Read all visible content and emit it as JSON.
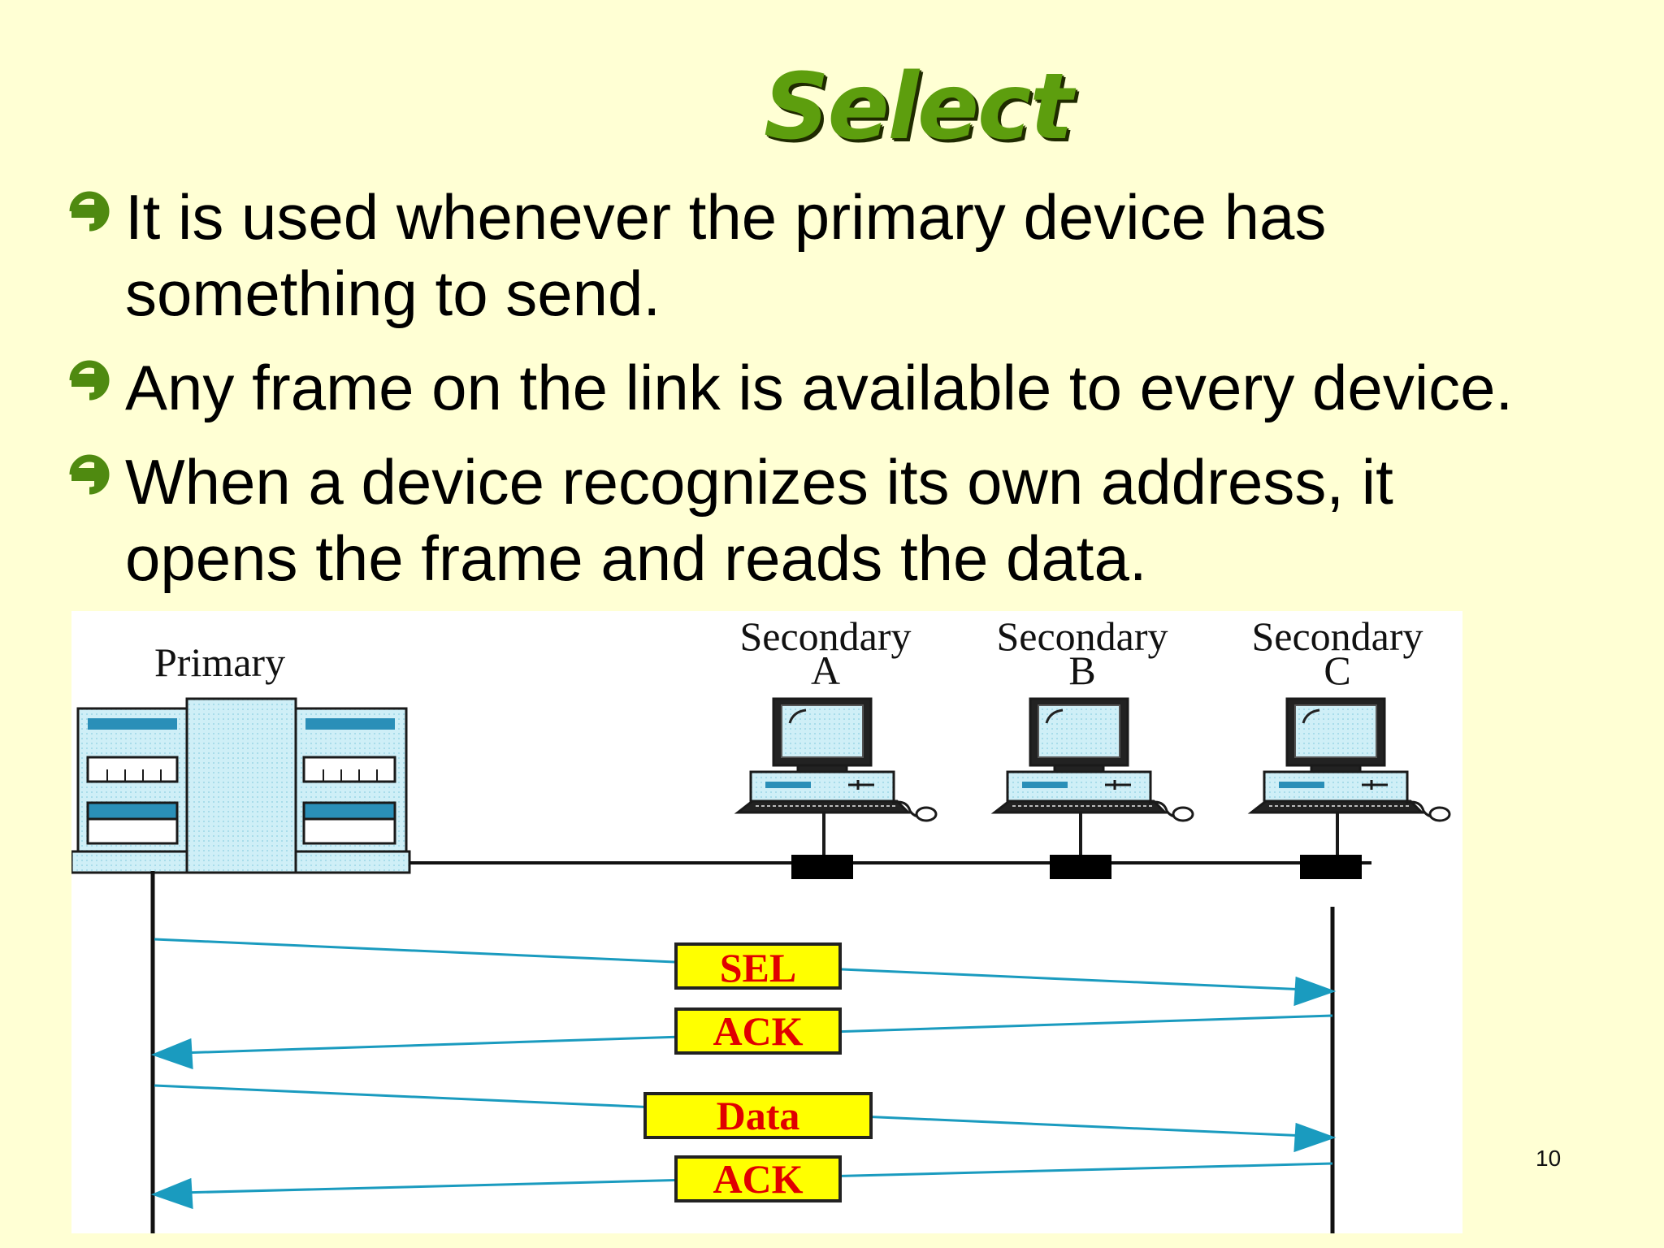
{
  "slide": {
    "title": "Select",
    "page_number": "10",
    "bullets": [
      {
        "lines": [
          "It is used whenever the primary device has",
          "something to send."
        ]
      },
      {
        "lines": [
          "Any frame on the link is available to every device."
        ]
      },
      {
        "lines": [
          "When a device recognizes its own address, it",
          "opens the frame and reads the data."
        ]
      }
    ],
    "icons": {
      "bullet": "arrow-circle-right-icon"
    }
  },
  "diagram": {
    "primary_label": "Primary",
    "secondaries": [
      {
        "line1": "Secondary",
        "line2": "A"
      },
      {
        "line1": "Secondary",
        "line2": "B"
      },
      {
        "line1": "Secondary",
        "line2": "C"
      }
    ],
    "frames": [
      "SEL",
      "ACK",
      "Data",
      "ACK"
    ],
    "colors": {
      "bullet": "#4f8a10",
      "arrow": "#1a9bbf",
      "frame_fill": "#ffff00",
      "frame_text": "#e00000",
      "device_fill": "#cfeff7",
      "device_accent": "#2a8fb8"
    }
  }
}
